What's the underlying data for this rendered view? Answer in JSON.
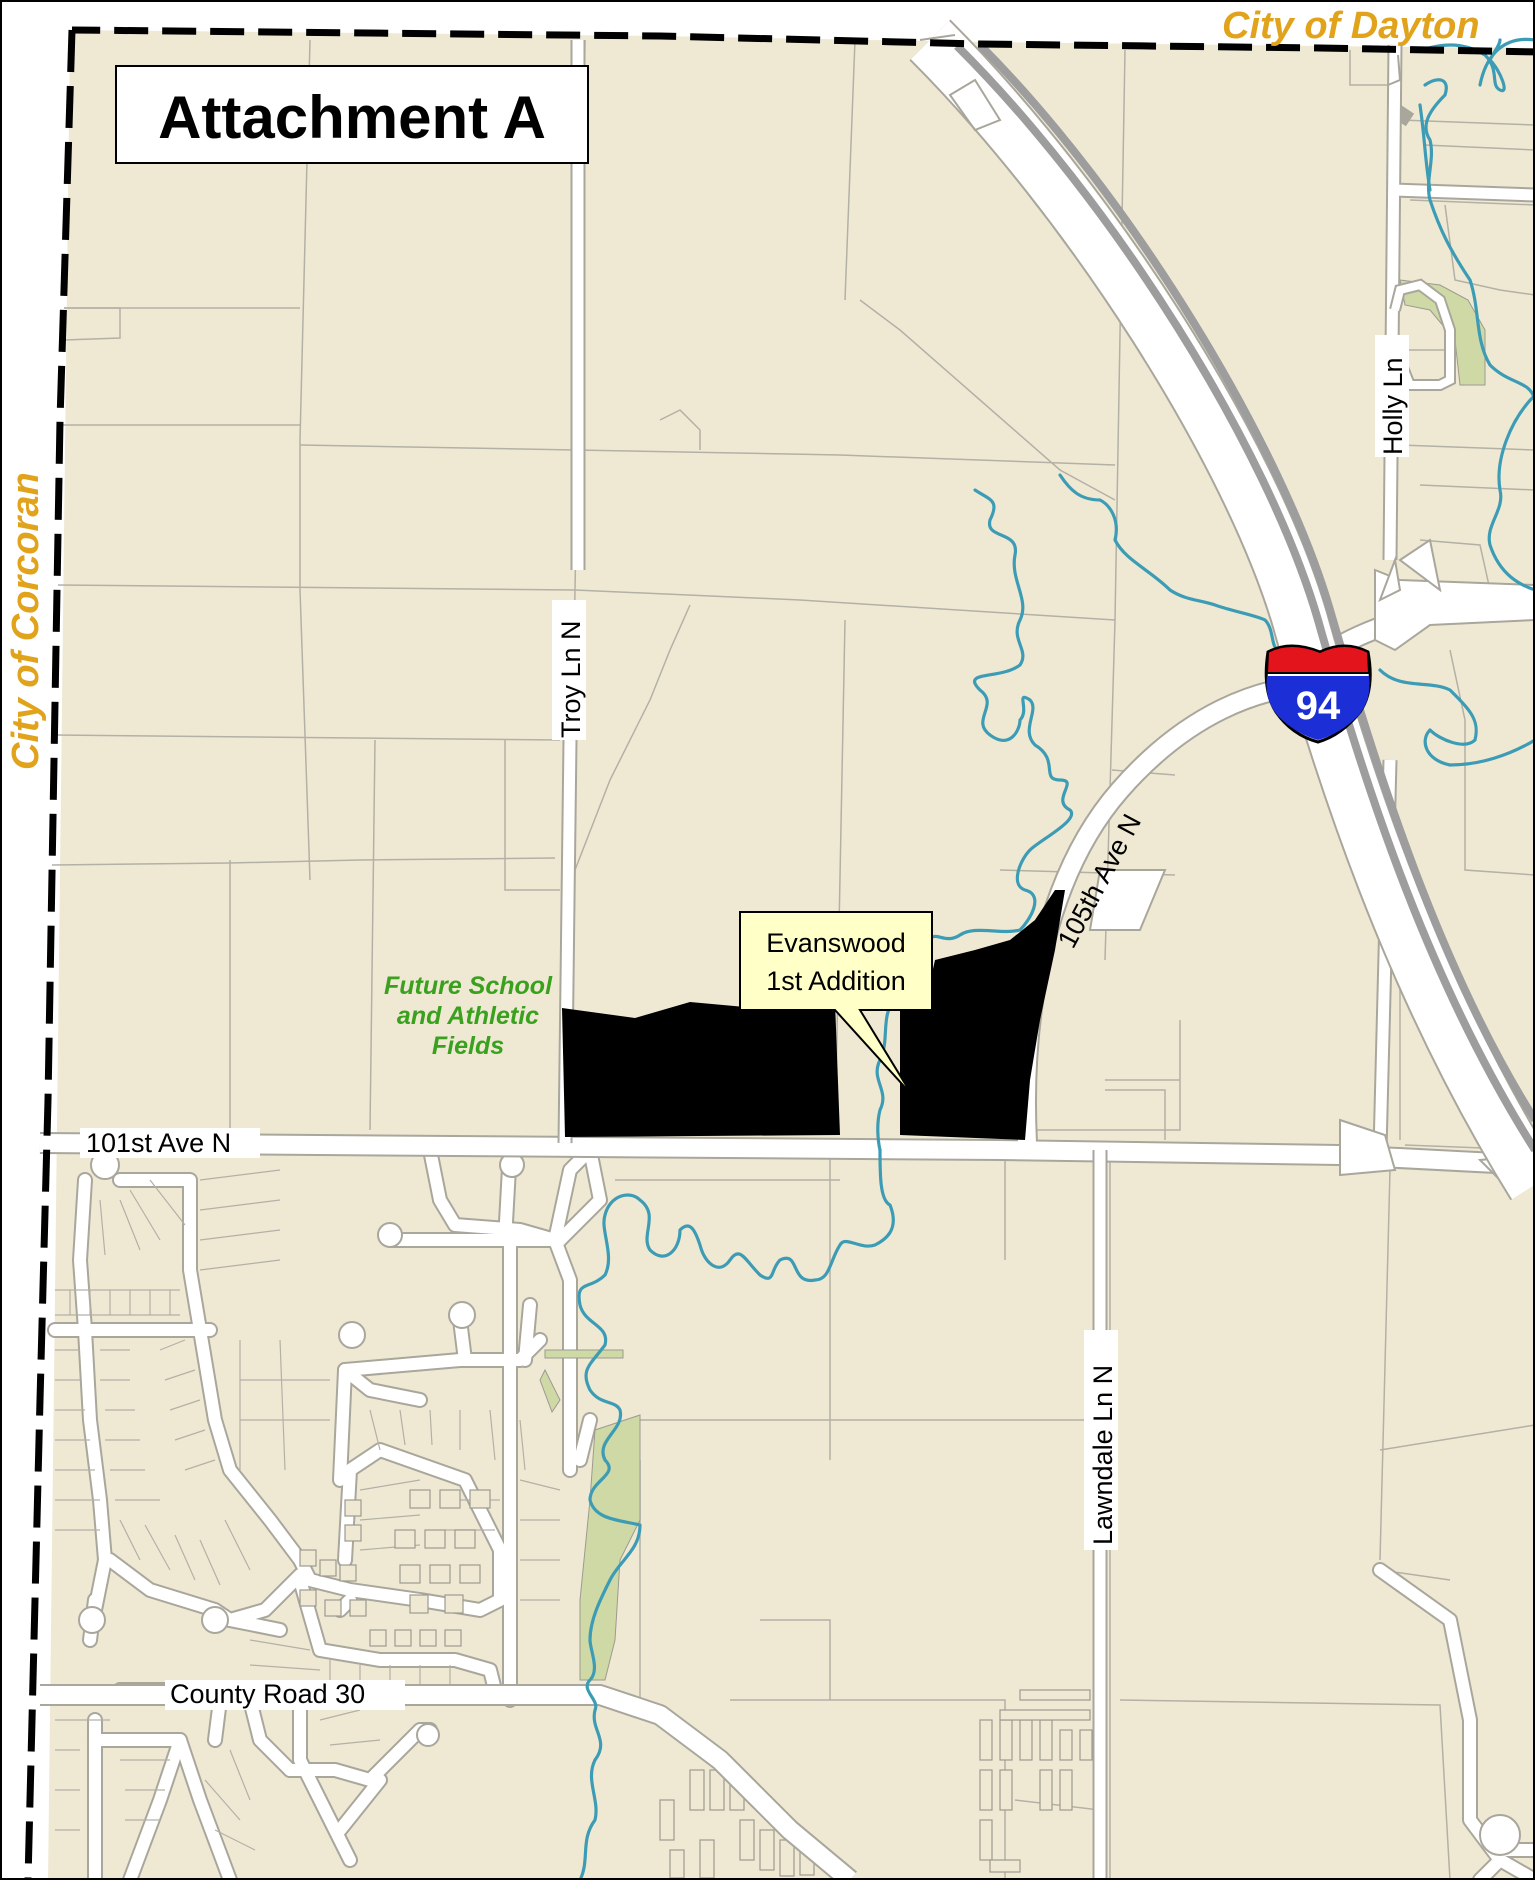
{
  "map": {
    "title": "Attachment A",
    "colors": {
      "land": "#efe9d4",
      "parcel_line": "#b3b0a6",
      "road": "#ffffff",
      "road_edge": "#a9a69c",
      "water": "#3d9cb5",
      "park": "#cfd9a5",
      "highlight": "#000000",
      "city_label": "#e1a31c",
      "school_label": "#3aa11f",
      "callout": "#ffffc8",
      "interstate_red": "#e3141b",
      "interstate_blue": "#1c2fd6",
      "freeway_lane": "#9d9d9d"
    },
    "city_labels": {
      "dayton": "City of Dayton",
      "corcoran": "City of Corcoran"
    },
    "streets": {
      "troy": "Troy Ln N",
      "holly": "Holly Ln",
      "ave105": "105th Ave N",
      "ave101": "101st Ave N",
      "lawndale": "Lawndale Ln N",
      "county30": "County Road 30"
    },
    "interstate": {
      "number": "94",
      "icon": "interstate-shield-icon"
    },
    "school": {
      "line1": "Future School",
      "line2": "and Athletic",
      "line3": "Fields"
    },
    "callout": {
      "line1": "Evanswood",
      "line2": "1st Addition"
    }
  }
}
